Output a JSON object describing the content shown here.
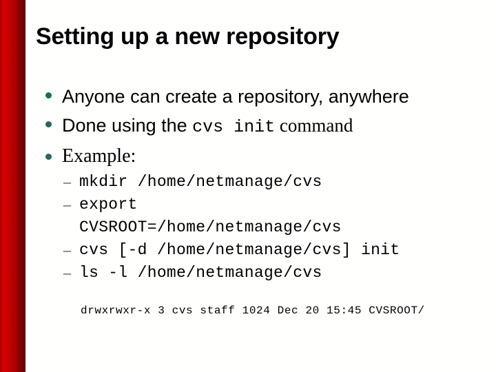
{
  "slide": {
    "title": "Setting up a new repository",
    "background_color": "#fffffe",
    "accent_bar": {
      "name": "red-gradient-bar",
      "color_bright": "#d40000",
      "color_dark": "#5e0000"
    },
    "bullet_color": "#1d6b58"
  },
  "bullets": [
    {
      "text": "Anyone can create a repository, anywhere",
      "style": "sans"
    },
    {
      "prefix": "Done using the ",
      "mono": "cvs init",
      "suffix": " command",
      "style": "mixed"
    },
    {
      "text": "Example:",
      "style": "serif"
    }
  ],
  "sub_bullets": [
    {
      "marker": "–",
      "lines": [
        "mkdir /home/netmanage/cvs"
      ]
    },
    {
      "marker": "–",
      "lines": [
        "export",
        "CVSROOT=/home/netmanage/cvs"
      ]
    },
    {
      "marker": "–",
      "lines": [
        "cvs [-d /home/netmanage/cvs] init"
      ]
    },
    {
      "marker": "–",
      "lines": [
        "ls -l /home/netmanage/cvs"
      ]
    }
  ],
  "output": {
    "line": "drwxrwxr-x 3 cvs staff 1024 Dec 20 15:45 CVSROOT/"
  }
}
